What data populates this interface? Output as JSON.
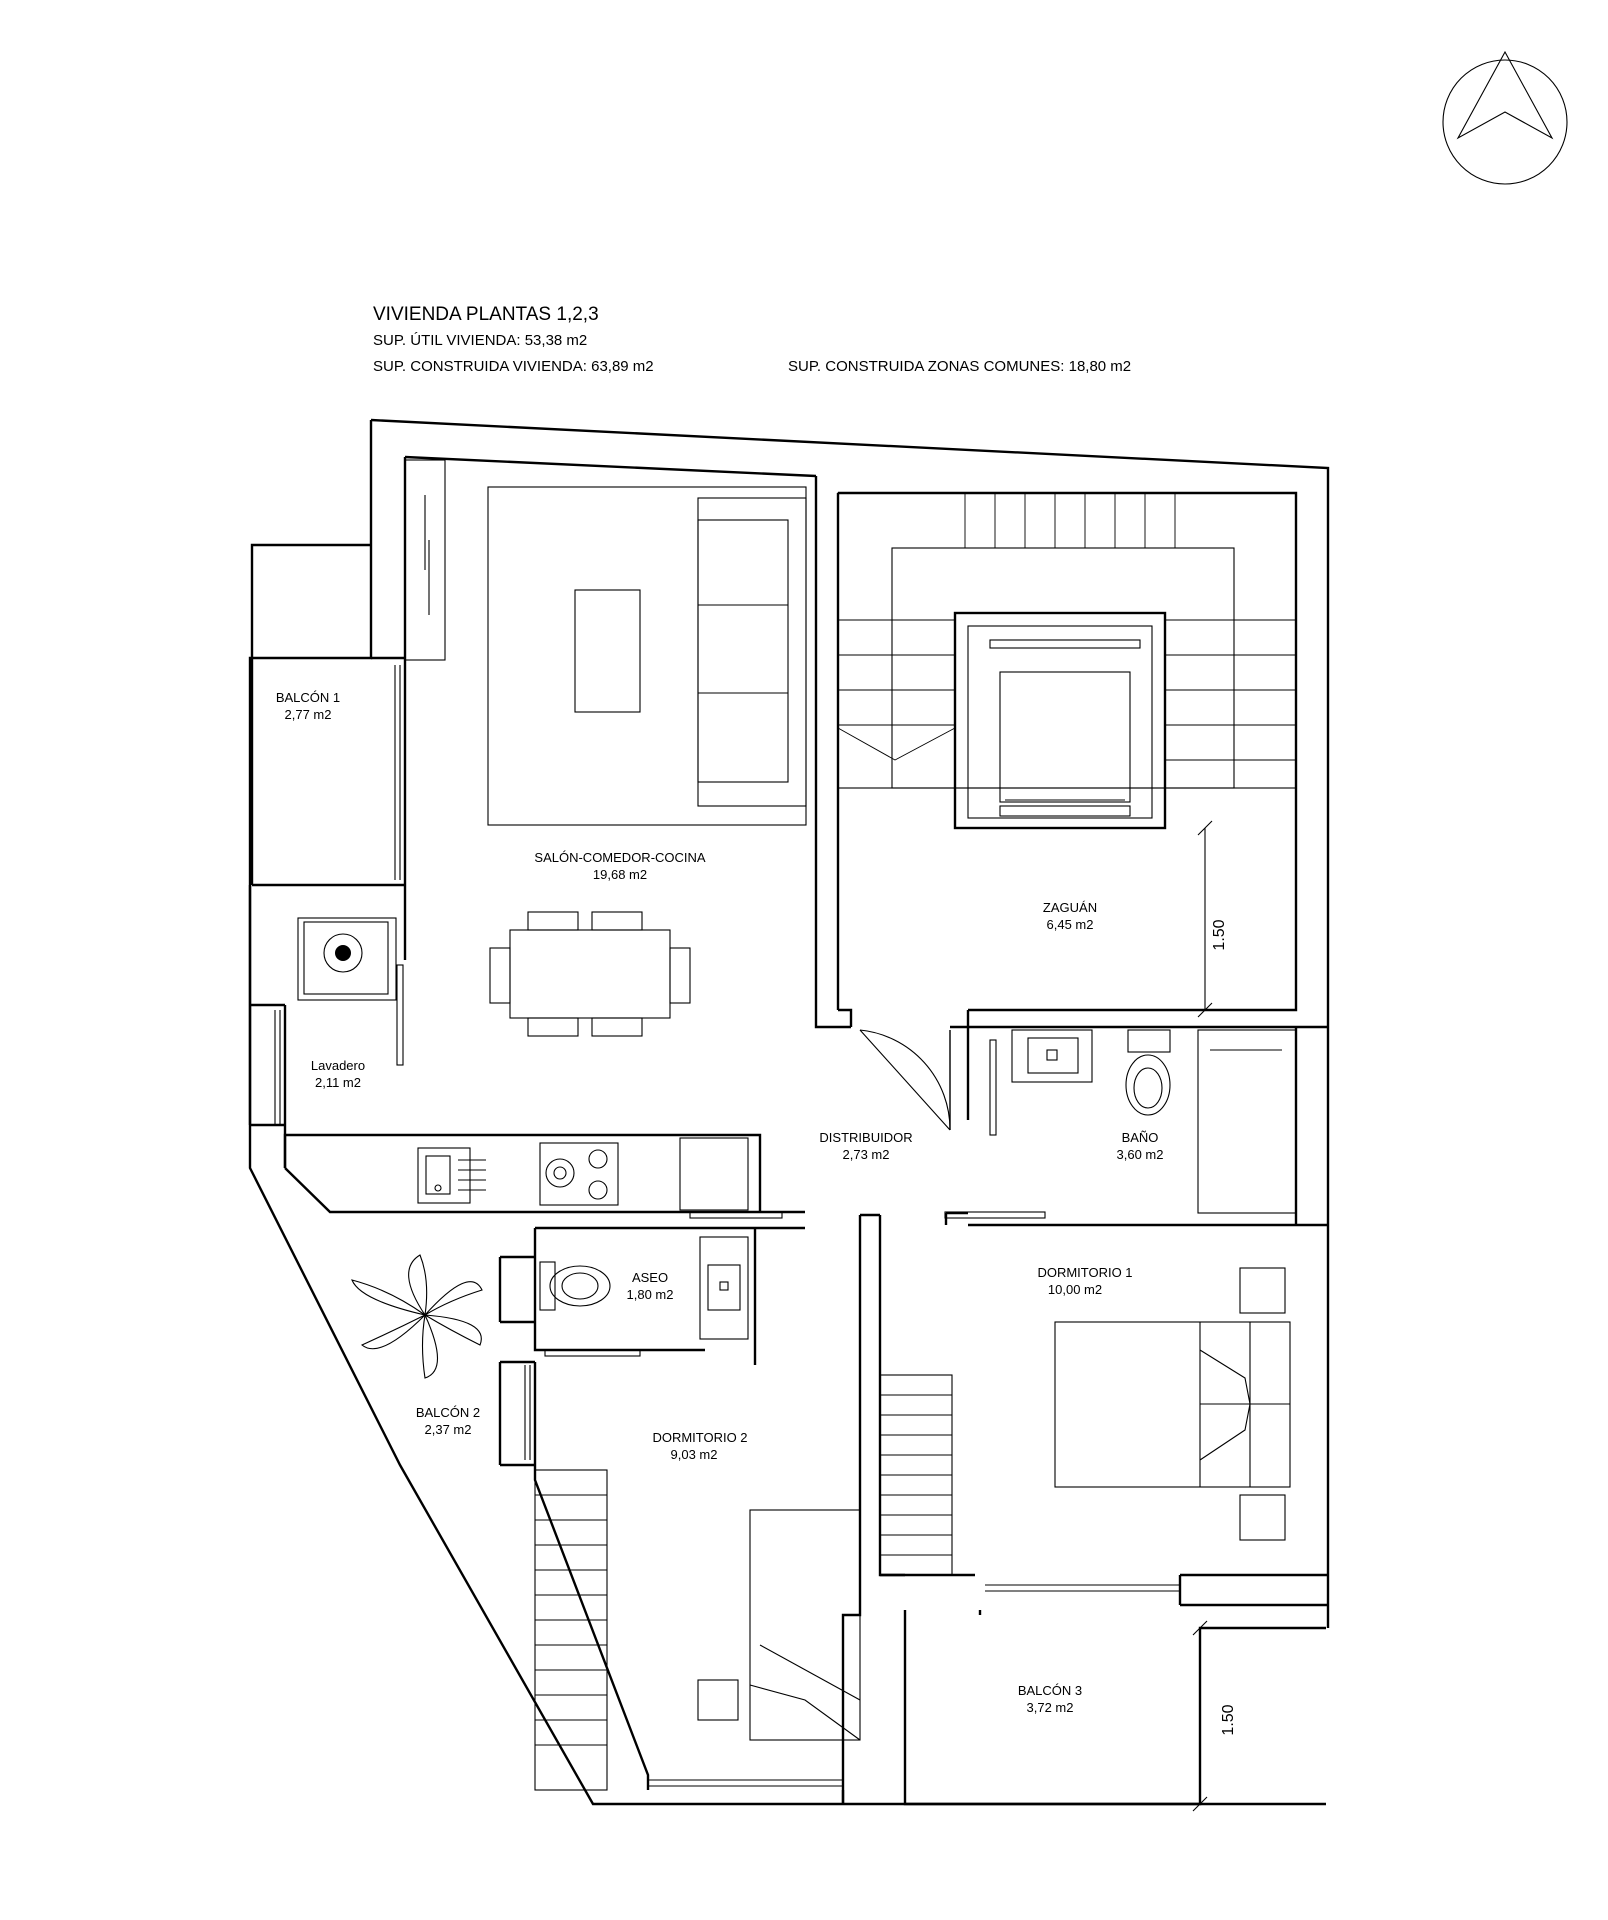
{
  "header": {
    "title": "VIVIENDA PLANTAS 1,2,3",
    "useful_area": "SUP. ÚTIL VIVIENDA: 53,38 m2",
    "built_area": "SUP. CONSTRUIDA VIVIENDA: 63,89 m2",
    "common_area": "SUP. CONSTRUIDA ZONAS COMUNES: 18,80 m2"
  },
  "rooms": {
    "balcon1": {
      "name": "BALCÓN 1",
      "area": "2,77 m2"
    },
    "salon": {
      "name": "SALÓN-COMEDOR-COCINA",
      "area": "19,68 m2"
    },
    "zaguan": {
      "name": "ZAGUÁN",
      "area": "6,45 m2"
    },
    "lavadero": {
      "name": "Lavadero",
      "area": "2,11 m2"
    },
    "distribuidor": {
      "name": "DISTRIBUIDOR",
      "area": "2,73 m2"
    },
    "bano": {
      "name": "BAÑO",
      "area": "3,60 m2"
    },
    "aseo": {
      "name": "ASEO",
      "area": "1,80 m2"
    },
    "dormitorio1": {
      "name": "DORMITORIO 1",
      "area": "10,00 m2"
    },
    "balcon2": {
      "name": "BALCÓN 2",
      "area": "2,37 m2"
    },
    "dormitorio2": {
      "name": "DORMITORIO 2",
      "area": "9,03 m2"
    },
    "balcon3": {
      "name": "BALCÓN 3",
      "area": "3,72 m2"
    }
  },
  "dimensions": {
    "zaguan_width": "1.50",
    "balcon3_depth": "1.50"
  },
  "north_arrow": {
    "icon": "north-arrow-icon"
  }
}
